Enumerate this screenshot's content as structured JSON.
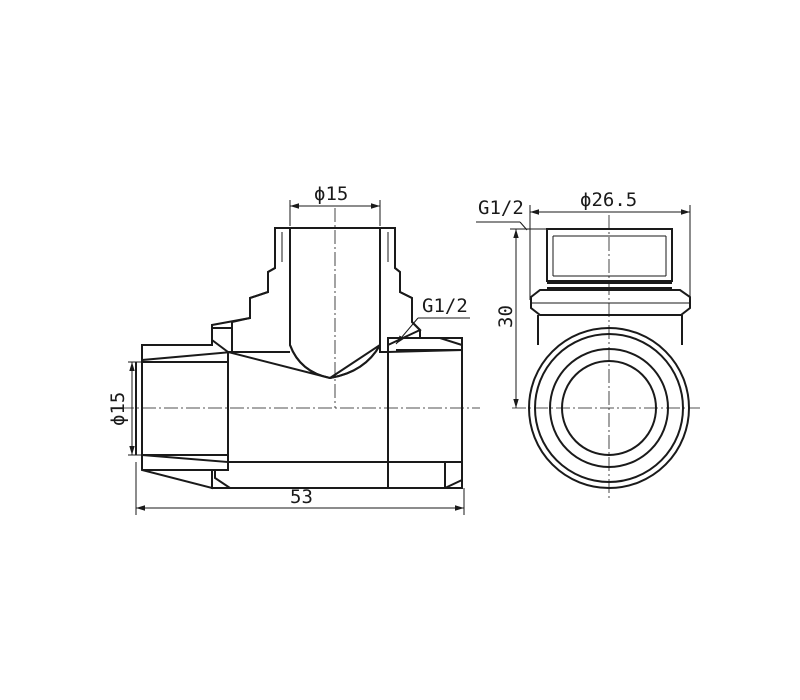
{
  "drawing": {
    "dimensions": {
      "front_top_diameter": "ϕ15",
      "front_right_thread": "G1/2",
      "front_left_diameter": "ϕ15",
      "front_length": "53",
      "side_thread": "G1/2",
      "side_diameter": "ϕ26.5",
      "side_height": "30"
    }
  }
}
